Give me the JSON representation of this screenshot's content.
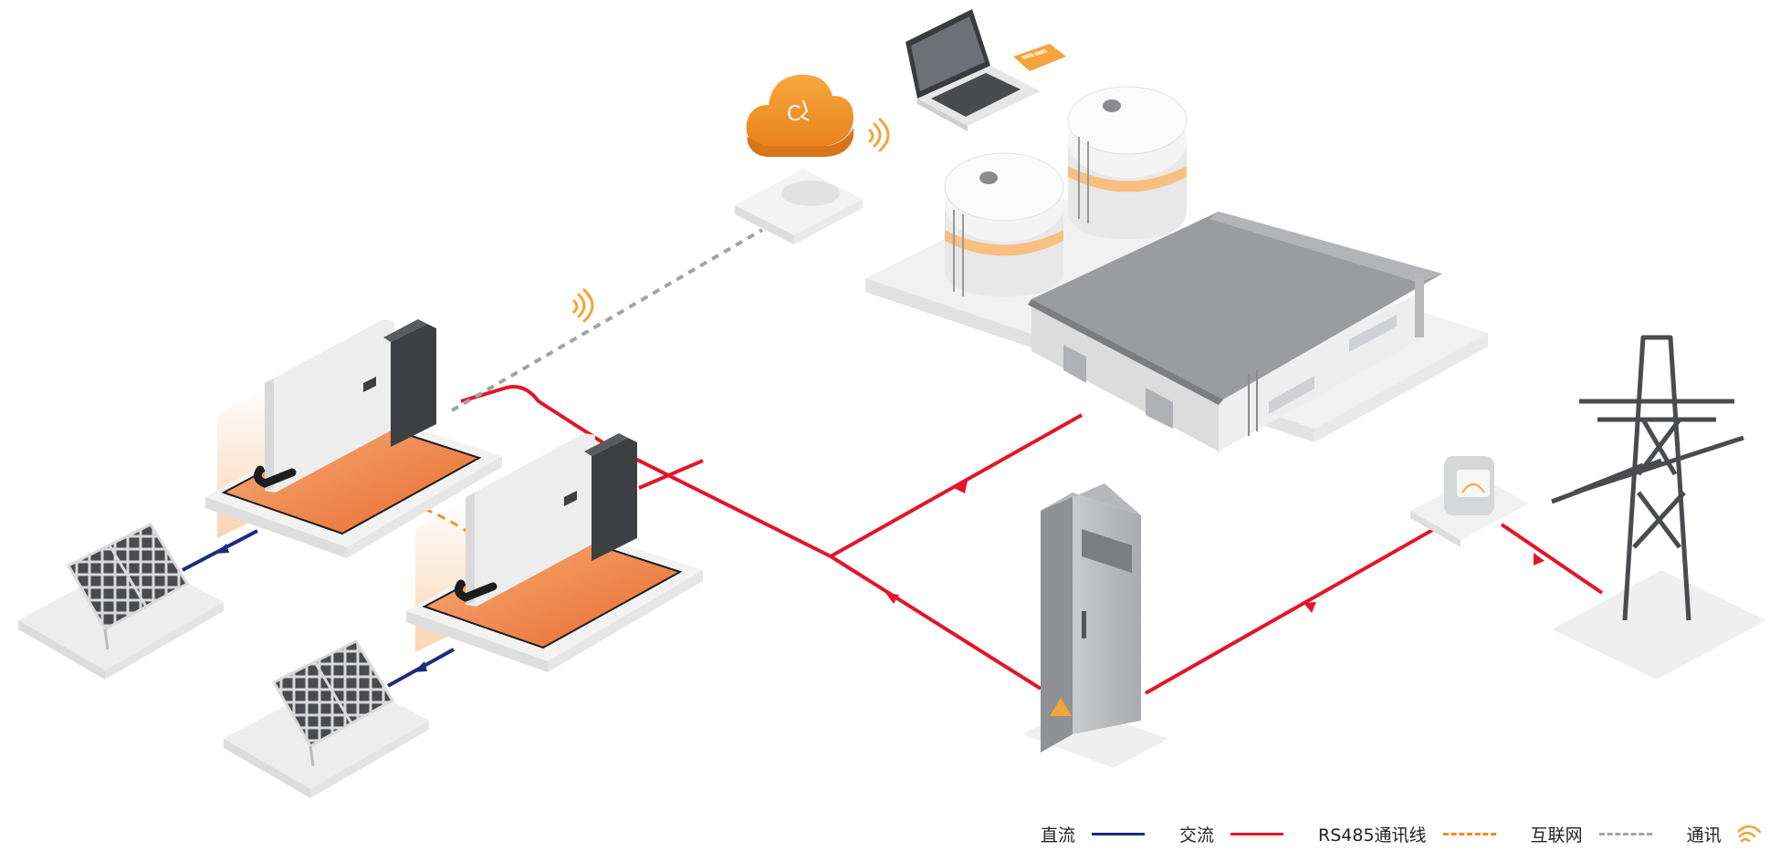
{
  "colors": {
    "dc": "#1f2a7c",
    "ac": "#e3152a",
    "rs485": "#f08a24",
    "internet": "#a3a3a3",
    "comm": "#f3a43a",
    "cloud": "#f29424",
    "inverter_pad": "#f08a45"
  },
  "legend": {
    "dc": {
      "label": "直流",
      "icon": "solid-line"
    },
    "ac": {
      "label": "交流",
      "icon": "solid-line"
    },
    "rs485": {
      "label": "RS485通讯线",
      "icon": "dashed-line"
    },
    "internet": {
      "label": "互联网",
      "icon": "dashed-line"
    },
    "comm": {
      "label": "通讯",
      "icon": "wifi-icon"
    }
  },
  "icons": [
    "solar-panel-icon",
    "inverter-icon",
    "cloud-icon",
    "router-icon",
    "laptop-icon",
    "factory-icon",
    "storage-tank-icon",
    "distribution-cabinet-icon",
    "meter-icon",
    "power-tower-icon",
    "wifi-icon"
  ]
}
